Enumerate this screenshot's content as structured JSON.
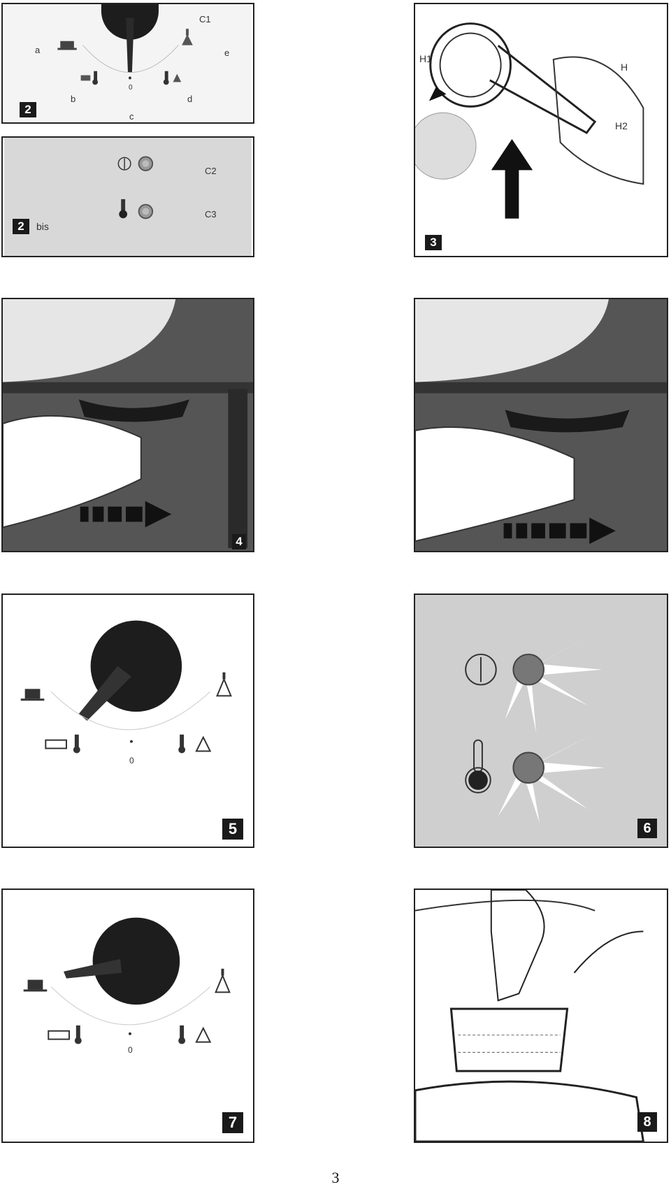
{
  "page": {
    "number": "3"
  },
  "figures": {
    "fig2": {
      "number": "2",
      "labels": {
        "c1": "C1",
        "a": "a",
        "b": "b",
        "c": "c",
        "d": "d",
        "e": "e",
        "zero": "0"
      }
    },
    "fig2bis": {
      "number": "2",
      "suffix": "bis",
      "labels": {
        "c2": "C2",
        "c3": "C3"
      }
    },
    "fig3": {
      "number": "3",
      "labels": {
        "h1": "H1",
        "h": "H",
        "h2": "H2"
      }
    },
    "fig4": {
      "number": "4"
    },
    "fig4b": {
      "number": ""
    },
    "fig5": {
      "number": "5",
      "labels": {
        "zero": "0"
      }
    },
    "fig6": {
      "number": "6"
    },
    "fig7": {
      "number": "7",
      "labels": {
        "zero": "0"
      }
    },
    "fig8": {
      "number": "8"
    }
  },
  "icons": [
    "coffee-cup-icon",
    "steam-icon",
    "thermometer-icon",
    "power-icon",
    "selector-knob-icon",
    "hand-icon",
    "arrow-right-icon",
    "filter-holder-icon",
    "water-tank-icon",
    "indicator-lamp-icon"
  ]
}
